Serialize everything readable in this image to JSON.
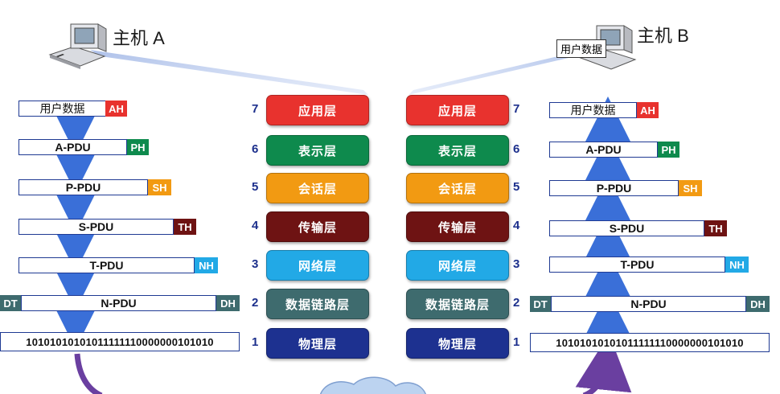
{
  "host_a": {
    "label": "主机 A"
  },
  "host_b": {
    "label": "主机 B",
    "data_label": "用户数据"
  },
  "layers": [
    {
      "num": "7",
      "name": "应用层",
      "color": "#e8322e"
    },
    {
      "num": "6",
      "name": "表示层",
      "color": "#0e8a4d"
    },
    {
      "num": "5",
      "name": "会话层",
      "color": "#f29a12"
    },
    {
      "num": "4",
      "name": "传输层",
      "color": "#6e1313"
    },
    {
      "num": "3",
      "name": "网络层",
      "color": "#22a9e6"
    },
    {
      "num": "2",
      "name": "数据链路层",
      "color": "#3e6b6e"
    },
    {
      "num": "1",
      "name": "物理层",
      "color": "#1d3190"
    }
  ],
  "left_stack": {
    "user_data": "用户数据",
    "ah": "AH",
    "a_pdu": "A-PDU",
    "ph": "PH",
    "p_pdu": "P-PDU",
    "sh": "SH",
    "s_pdu": "S-PDU",
    "th": "TH",
    "t_pdu": "T-PDU",
    "nh": "NH",
    "dt": "DT",
    "n_pdu": "N-PDU",
    "dh": "DH",
    "bits": "10101010101011111110000000101010"
  },
  "right_stack": {
    "user_data": "用户数据",
    "ah": "AH",
    "a_pdu": "A-PDU",
    "ph": "PH",
    "p_pdu": "P-PDU",
    "sh": "SH",
    "s_pdu": "S-PDU",
    "th": "TH",
    "t_pdu": "T-PDU",
    "nh": "NH",
    "dt": "DT",
    "n_pdu": "N-PDU",
    "dh": "DH",
    "bits": "10101010101011111110000000101010"
  },
  "colors": {
    "ah": "#e8322e",
    "ph": "#0e8a4d",
    "sh": "#f29a12",
    "th": "#6e1313",
    "nh": "#22a9e6",
    "dt": "#3e6b6e",
    "dh": "#3e6b6e",
    "arrow": "#3a6fd8",
    "curve": "#6a3fa0"
  }
}
